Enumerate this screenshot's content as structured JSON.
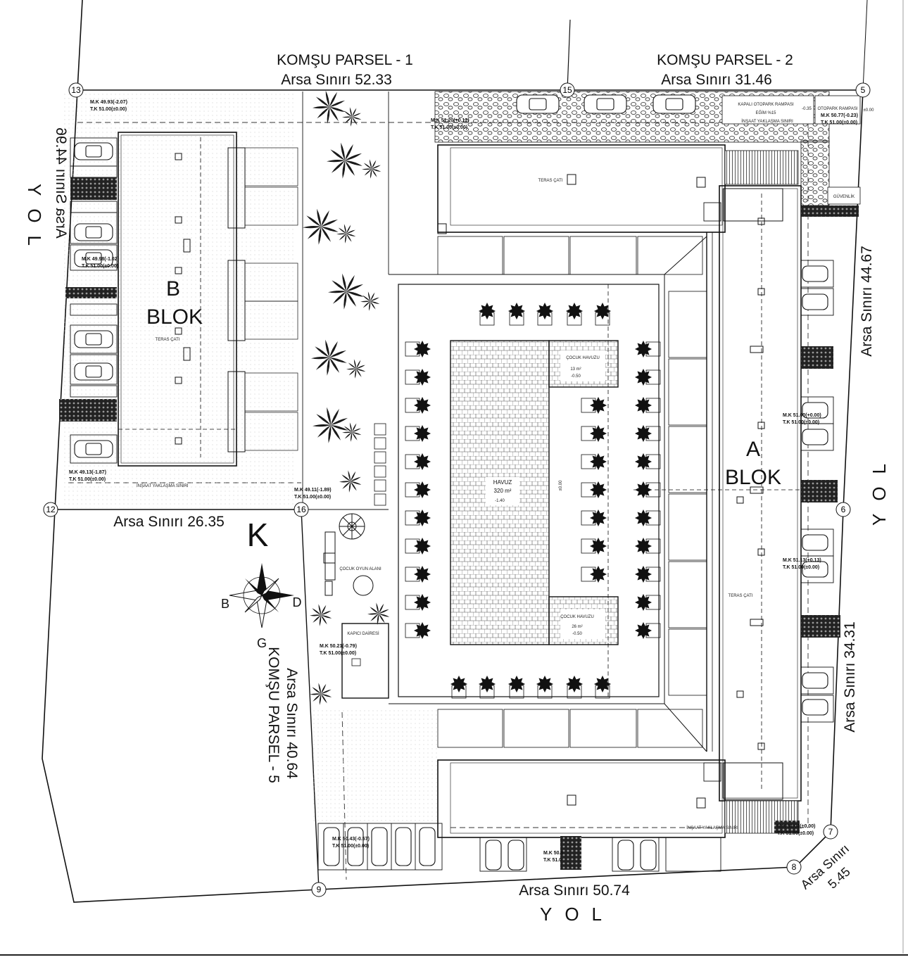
{
  "neighbors": {
    "parcel_1": {
      "name": "KOMŞU PARSEL - 1",
      "boundary": "Arsa Sınırı 52.33"
    },
    "parcel_2": {
      "name": "KOMŞU PARSEL - 2",
      "boundary": "Arsa Sınırı 31.46"
    },
    "parcel_5": {
      "name": "KOMŞU PARSEL - 5",
      "boundary": "Arsa Sınırı 40.64"
    }
  },
  "boundaries": {
    "left": "Arsa Sınırı 44.96",
    "bottom_left": "Arsa Sınırı 26.35",
    "right_upper": "Arsa Sınırı 44.67",
    "right_lower": "Arsa Sınırı 34.31",
    "bottom": "Arsa Sınırı 50.74",
    "corner_line1": "Arsa Sınırı",
    "corner_line2": "5.45"
  },
  "roads": {
    "right": "YOL",
    "bottom": "YOL",
    "left": "YOL"
  },
  "blocks": {
    "b_line1": "B",
    "b_line2": "BLOK",
    "a_line1": "A",
    "a_line2": "BLOK"
  },
  "pool": {
    "label": "HAVUZ",
    "area": "320 m²",
    "depth": "-1.40",
    "kids_top": "ÇOCUK HAVUZU",
    "kids_top_area": "13 m²",
    "kids_top_depth": "-0.50",
    "kids_bottom": "ÇOCUK HAVUZU",
    "kids_bottom_area": "26 m²",
    "kids_bottom_depth": "-0.50",
    "center_level": "±0.00"
  },
  "amenities": {
    "playground": "ÇOCUK OYUN ALANI",
    "guardhouse": "KAPICI DAİRESİ",
    "security": "GÜVENLİK",
    "ramp_1": "KAPALI OTOPARK RAMPASI",
    "ramp_slope": "EĞİM %15",
    "ramp_2": "OTOPARK RAMPASI",
    "construction_limit": "İNŞAAT YAKLAŞMA SINIRI",
    "terrace": "TERAS ÇATI"
  },
  "compass": {
    "north": "K",
    "west": "B",
    "east": "D",
    "south": "G"
  },
  "corner_points": [
    "13",
    "15",
    "5",
    "6",
    "7",
    "8",
    "9",
    "16",
    "12"
  ],
  "elevations": {
    "p13": [
      "M.K 49.93(-2.07)",
      "T.K 51.00(±0.00)"
    ],
    "p15": [
      "M.K 51.20(+0.12)",
      "T.K 51.00(±0.00)"
    ],
    "p5": [
      "M.K 50.77(-0.23)",
      "T.K 51.00(±0.00)"
    ],
    "p_left1": [
      "M.K 49.98(-1.02)",
      "T.K 51.00(±0.00)"
    ],
    "p_left2": [
      "M.K 49.13(-1.87)",
      "T.K 51.00(±0.00)"
    ],
    "p16": [
      "M.K 49.11(-1.89)",
      "T.K 51.00(±0.00)"
    ],
    "p_right1": [
      "M.K 51.00(+0.00)",
      "T.K 51.00(±0.00)"
    ],
    "p_right2": [
      "M.K 51.13(+0.13)",
      "T.K 51.00(±0.00)"
    ],
    "p_gate": [
      "M.K 50.21(-0.79)",
      "T.K 51.00(±0.00)"
    ],
    "p_bottom1": [
      "M.K 50.43(-0.57)",
      "T.K 51.00(±0.00)"
    ],
    "p_bottom2": [
      "M.K 50.9",
      "T.K 51.0"
    ],
    "p7": [
      "M.K 51.00(±0.00)",
      "T.K 51.00(±0.00)"
    ]
  },
  "level_tags": [
    "-0.35",
    "±0.00"
  ],
  "colors": {
    "line": "#111111",
    "hatch": "#333333",
    "paper": "#ffffff"
  }
}
